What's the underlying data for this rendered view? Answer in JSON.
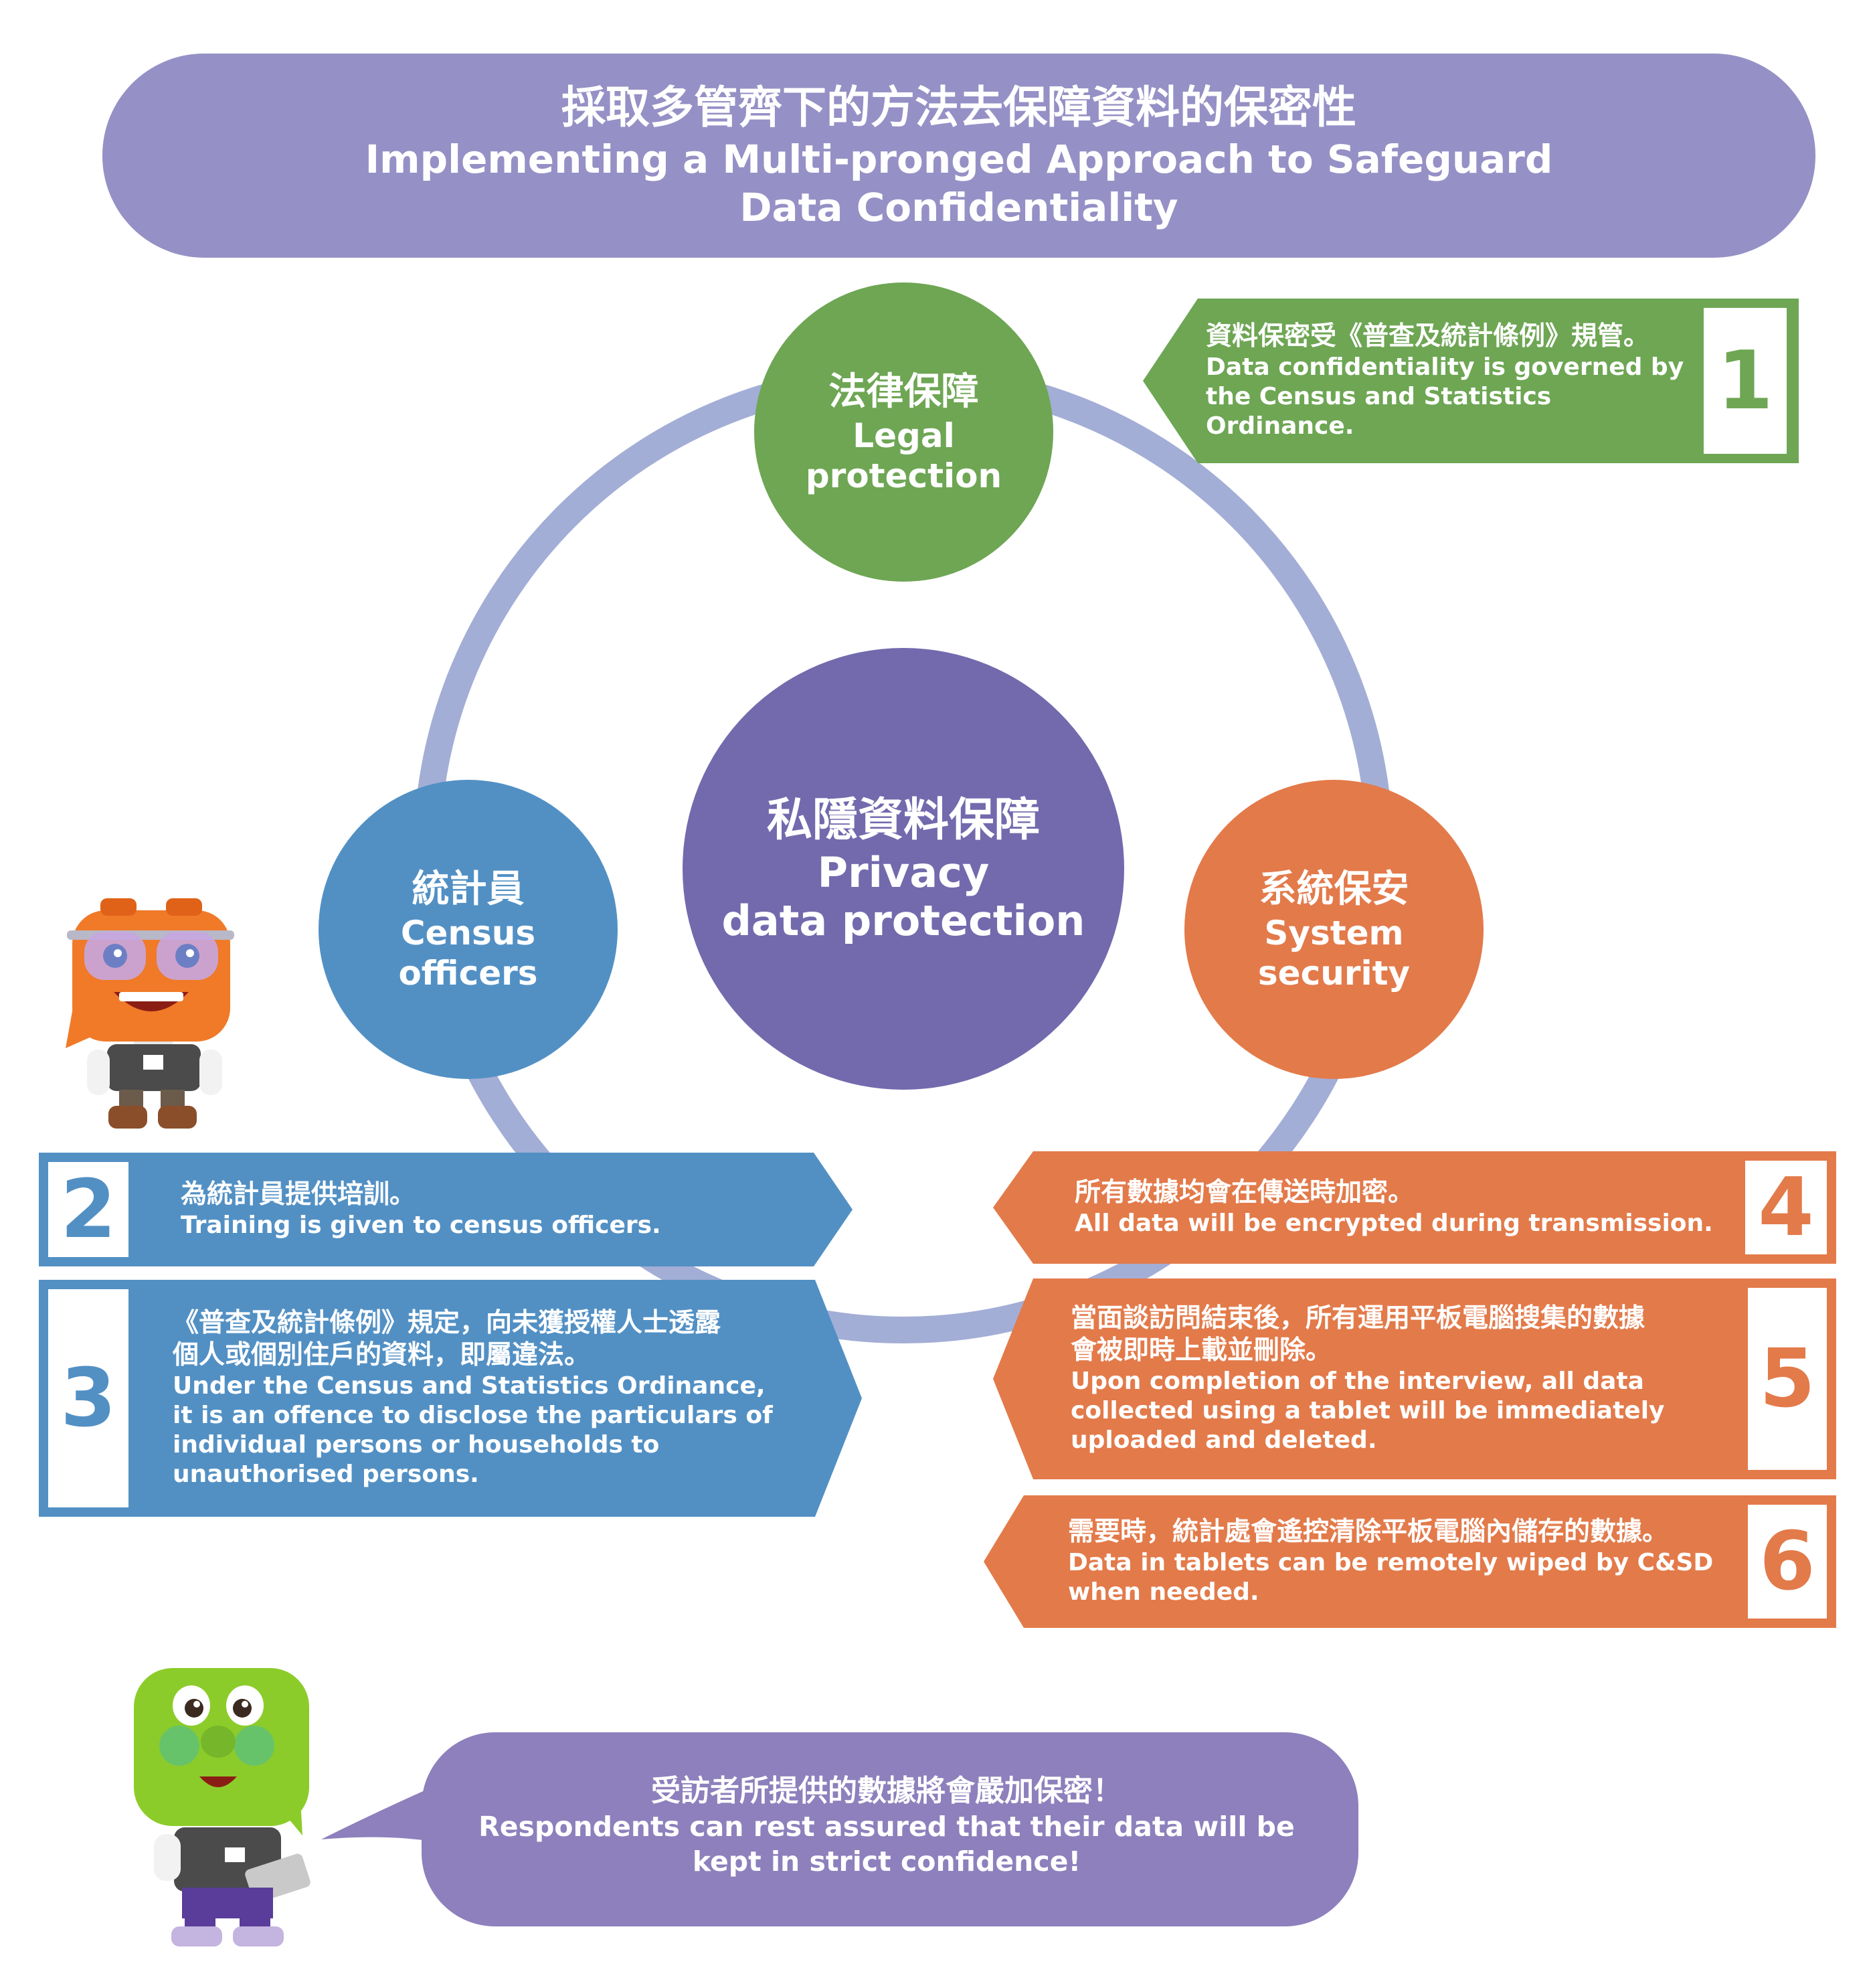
{
  "header": {
    "title_zh": "採取多管齊下的方法去保障資料的保密性",
    "title_en_line1": "Implementing a Multi-pronged Approach to Safeguard",
    "title_en_line2": "Data Confidentiality"
  },
  "center": {
    "zh": "私隱資料保障",
    "en_line1": "Privacy",
    "en_line2": "data protection"
  },
  "legal": {
    "zh": "法律保障",
    "en": "Legal\nprotection"
  },
  "census": {
    "zh": "統計員",
    "en": "Census\nofficers"
  },
  "system": {
    "zh": "系統保安",
    "en": "System\nsecurity"
  },
  "items": [
    {
      "number": "1",
      "zh": "資料保密受《普查及統計條例》規管。",
      "en_lines": [
        "Data confidentiality is governed by",
        "the Census and Statistics Ordinance."
      ]
    },
    {
      "number": "2",
      "zh": "為統計員提供培訓。",
      "en_lines": [
        "Training is given to census officers."
      ]
    },
    {
      "number": "3",
      "zh_lines": [
        "《普查及統計條例》規定，向未獲授權人士透露",
        "個人或個別住戶的資料，即屬違法。"
      ],
      "en_lines": [
        "Under the Census and Statistics Ordinance,",
        "it is an offence to disclose the particulars of",
        "individual persons or households to",
        "unauthorised persons."
      ]
    },
    {
      "number": "4",
      "zh": "所有數據均會在傳送時加密。",
      "en_lines": [
        "All data will be encrypted during transmission."
      ]
    },
    {
      "number": "5",
      "zh_lines": [
        "當面談訪問結束後，所有運用平板電腦搜集的數據",
        "會被即時上載並刪除。"
      ],
      "en_lines": [
        "Upon completion of the interview, all data",
        "collected using a tablet will be immediately",
        "uploaded and deleted."
      ]
    },
    {
      "number": "6",
      "zh": "需要時，統計處會遙控清除平板電腦內儲存的數據。",
      "en_lines": [
        "Data in tablets can be remotely wiped by C&SD",
        "when needed."
      ]
    }
  ],
  "bubble": {
    "zh": "受訪者所提供的數據將會嚴加保密！",
    "en_line1": "Respondents can rest assured that their data will be",
    "en_line2": "kept in strict confidence!"
  },
  "colors": {
    "header": "#9590c5",
    "ring": "#a3aed6",
    "legal_green": "#6ea654",
    "census_blue": "#5290c4",
    "system_orange": "#e37a4a",
    "center_purple": "#726aad",
    "bubble_purple": "#8d80bc"
  }
}
